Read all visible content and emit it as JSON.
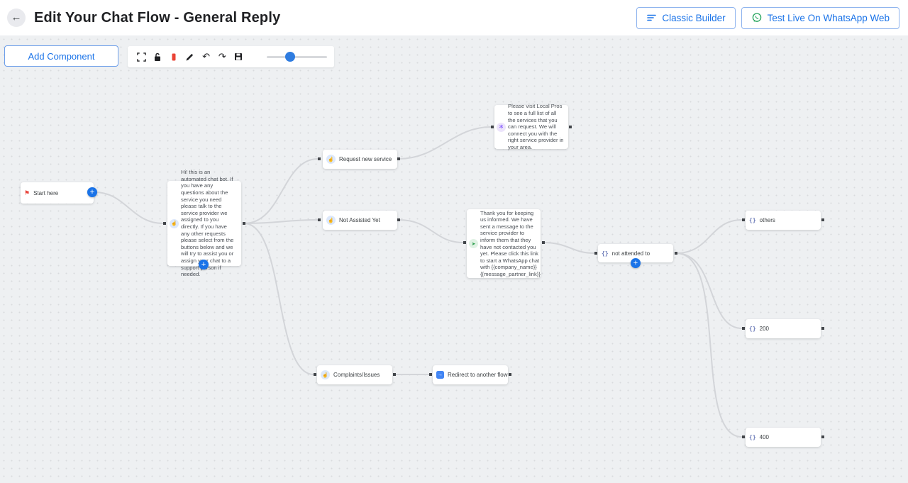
{
  "header": {
    "title": "Edit Your Chat Flow - General Reply",
    "back_label": "←",
    "buttons": {
      "classic_builder": "Classic Builder",
      "test_live": "Test Live On WhatsApp Web"
    }
  },
  "toolbar": {
    "add_component": "Add Component",
    "zoom_percent": 32
  },
  "colors": {
    "accent_blue": "#1a73e8",
    "whatsapp_green": "#25a45c",
    "edge_gray": "#d3d5d9",
    "canvas_bg": "#eef0f2"
  },
  "flow": {
    "start": {
      "label": "Start here"
    },
    "welcome": {
      "text": "Hi! this is an automated chat bot. If you have any questions about the service you need please talk to the service provider we assigned to you directly. If you have any other requests please select from the buttons below and we will try to assist you or assign your chat to a support person if needed."
    },
    "request_new_service": {
      "label": "Request new service"
    },
    "not_assisted_yet": {
      "label": "Not Assisted Yet"
    },
    "complaints_issues": {
      "label": "Complaints/Issues"
    },
    "local_pros": {
      "text": "Please visit Local Pros to see a full list of all the services that you can request. We will connect you with the right service provider in your area."
    },
    "thank_you": {
      "text": "Thank you for keeping us informed. We have sent a message to the service provider to inform them that they have not contacted you yet. Please click this link to start a WhatsApp chat with {{company_name}} {{message_partner_link}}"
    },
    "not_attended_to": {
      "label": "not attended to"
    },
    "others": {
      "label": "others"
    },
    "status_200": {
      "label": "200"
    },
    "status_400": {
      "label": "400"
    },
    "redirect": {
      "label": "Redirect to another flow"
    },
    "plus": "+"
  }
}
